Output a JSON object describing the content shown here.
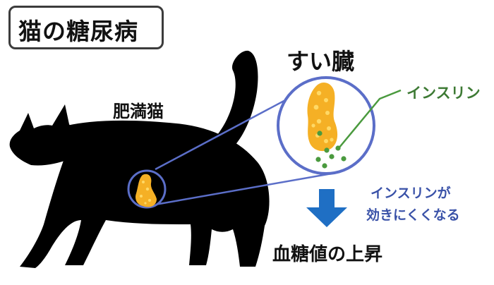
{
  "title": "猫の糖尿病",
  "organ_label": "すい臓",
  "cat_label": "肥満猫",
  "insulin_label": "インスリン",
  "effect_line1": "インスリンが",
  "effect_line2": "効きにくくなる",
  "result_label": "血糖値の上昇",
  "colors": {
    "cat": "#000000",
    "pancreas": "#f5b025",
    "pancreas_spots": "#ffd966",
    "insulin_dot": "#4a9a3e",
    "insulin_text": "#3d7a34",
    "circle_stroke": "#5b6ec8",
    "arrow": "#1f6fc4",
    "effect_text": "#3a52a8"
  }
}
